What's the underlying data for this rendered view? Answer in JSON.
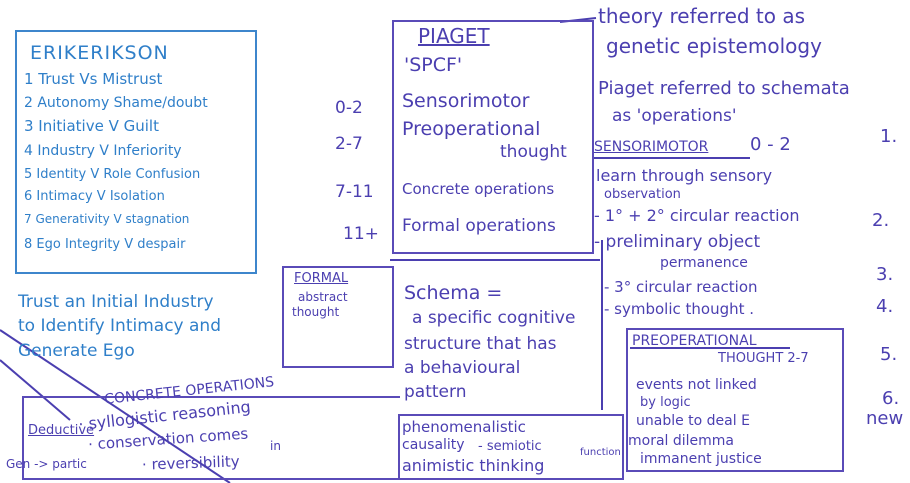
{
  "erikson": {
    "title": "ERIKERIKSON",
    "stages": [
      "1 Trust Vs Mistrust",
      "2 Autonomy Shame/doubt",
      "3 Initiative V Guilt",
      "4 Industry V Inferiority",
      "5 Identity V Role Confusion",
      "6 Intimacy V Isolation",
      "7 Generativity V stagnation",
      "8 Ego Integrity V despair"
    ],
    "summary": [
      "Trust an Initial Industry",
      "to Identify Intimacy and",
      "Generate Ego"
    ]
  },
  "piaget": {
    "title": "PIAGET",
    "acronym": "'SPCF'",
    "stages": [
      {
        "age": "0-2",
        "name": "Sensorimotor"
      },
      {
        "age": "2-7",
        "name": "Preoperational",
        "name2": "thought"
      },
      {
        "age": "7-11",
        "name": "Concrete operations"
      },
      {
        "age": "11+",
        "name": "Formal operations"
      }
    ],
    "notes": [
      "theory referred to as",
      "genetic epistemology",
      "Piaget referred to schemata",
      "as 'operations'"
    ]
  },
  "sensorimotor": {
    "heading": "SENSORIMOTOR",
    "age": "0 - 2",
    "points": [
      "learn through sensory",
      "observation",
      "- 1° + 2° circular reaction",
      "- preliminary object",
      "permanence",
      "- 3° circular reaction",
      "- symbolic thought ."
    ]
  },
  "formal": {
    "heading": "FORMAL",
    "line1": "abstract",
    "line2": "thought"
  },
  "schema": {
    "lines": [
      "Schema =",
      "a specific cognitive",
      "structure that has",
      "a behavioural",
      "pattern"
    ]
  },
  "preoperational": {
    "heading": "PREOPERATIONAL",
    "heading2": "THOUGHT 2-7",
    "points": [
      "events not linked",
      "by logic",
      "unable to deal E",
      "moral dilemma",
      "immanent justice"
    ]
  },
  "concrete": {
    "heading": "CONCRETE OPERATIONS",
    "points": [
      "· syllogistic reasoning",
      "· conservation comes",
      "in",
      "· reversibility"
    ],
    "side1": "Deductive",
    "side2": "Gen -> partic"
  },
  "phenomenal": {
    "lines": [
      "phenomenalistic",
      "causality",
      "- semiotic",
      "function",
      "animistic thinking"
    ]
  },
  "margin": [
    "1.",
    "2.",
    "3.",
    "4.",
    "5.",
    "6.",
    "new"
  ]
}
